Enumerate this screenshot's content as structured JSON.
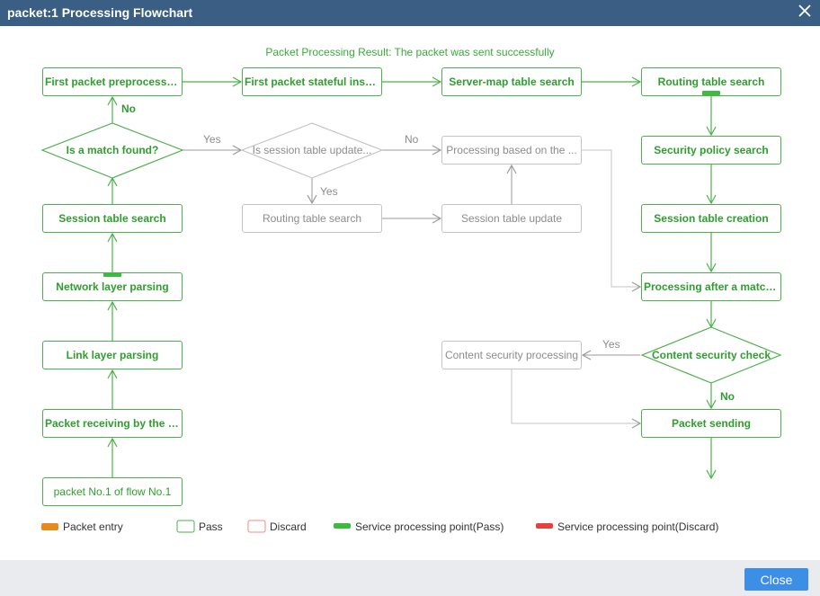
{
  "window": {
    "title": "packet:1 Processing Flowchart",
    "close_icon": "close-icon"
  },
  "result_text": "Packet Processing Result: The packet was sent successfully",
  "nodes": {
    "first_packet_preprocessing": "First packet preprocessing",
    "first_packet_stateful": "First packet stateful inspe...",
    "server_map_search": "Server-map table search",
    "routing_table_search_main": "Routing table search",
    "is_match_found": "Is a match found?",
    "is_session_updated": "Is session table update...",
    "processing_based_on": "Processing based on the ...",
    "security_policy_search": "Security policy search",
    "session_table_search": "Session table search",
    "routing_table_search_gray": "Routing table search",
    "session_table_update": "Session table update",
    "session_table_creation": "Session table creation",
    "network_layer_parsing": "Network layer parsing",
    "processing_after_match": "Processing after a match i...",
    "link_layer_parsing": "Link layer parsing",
    "content_security_processing": "Content security processing",
    "content_security_check": "Content security check",
    "packet_receiving": "Packet receiving by the ph...",
    "packet_sending": "Packet sending",
    "packet_entry": "packet No.1 of flow No.1"
  },
  "edge_labels": {
    "no_preprocess": "No",
    "yes_match": "Yes",
    "no_session": "No",
    "yes_session": "Yes",
    "yes_content": "Yes",
    "no_content": "No"
  },
  "legend": {
    "packet_entry": "Packet entry",
    "pass": "Pass",
    "discard": "Discard",
    "service_pass": "Service processing point(Pass)",
    "service_discard": "Service processing point(Discard)"
  },
  "colors": {
    "pass": "#4cb14c",
    "inactive": "#c4c4c4",
    "entry": "#e8891d",
    "discard": "#f08a8a",
    "service_pass": "#3dbb3d",
    "service_discard": "#e8403f",
    "title_bar": "#3b5f84",
    "close_button": "#3d8fe6"
  },
  "footer": {
    "close_label": "Close"
  }
}
